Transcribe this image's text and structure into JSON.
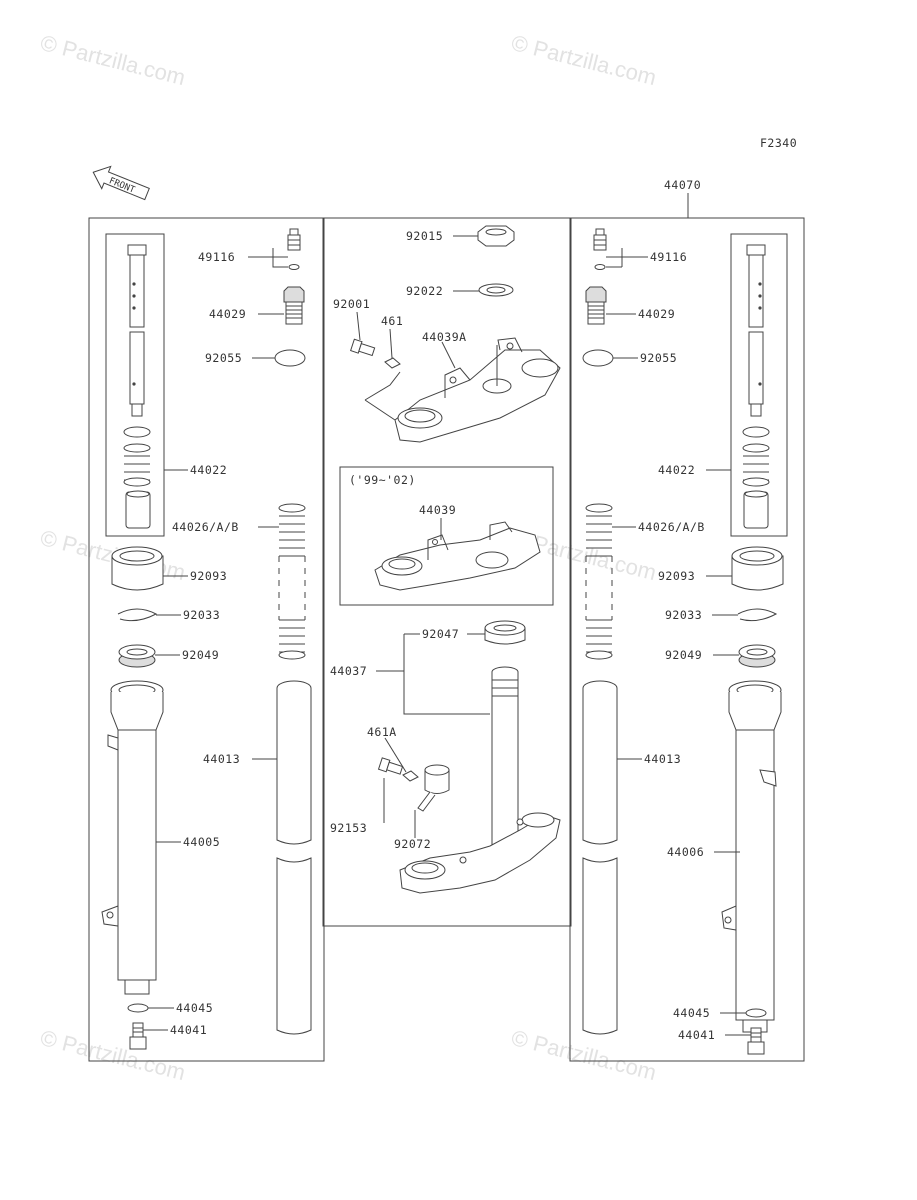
{
  "figure_code": "F2340",
  "front_arrow_label": "FRONT",
  "watermark": "© Partzilla.com",
  "inset_label": "('99~'02)",
  "parts": {
    "assy_right": "44070",
    "p49116_l": "49116",
    "p44029_l": "44029",
    "p92055_l": "92055",
    "p44022_l": "44022",
    "p44026_l": "44026/A/B",
    "p92093_l": "92093",
    "p92033_l": "92033",
    "p92049_l": "92049",
    "p44013_l": "44013",
    "p44005": "44005",
    "p44045_l": "44045",
    "p44041_l": "44041",
    "p92015": "92015",
    "p92022": "92022",
    "p92001": "92001",
    "p461": "461",
    "p44039A": "44039A",
    "p44039": "44039",
    "p92047": "92047",
    "p44037": "44037",
    "p461A": "461A",
    "p92153": "92153",
    "p92072": "92072",
    "p49116_r": "49116",
    "p44029_r": "44029",
    "p92055_r": "92055",
    "p44022_r": "44022",
    "p44026_r": "44026/A/B",
    "p92093_r": "92093",
    "p92033_r": "92033",
    "p92049_r": "92049",
    "p44013_r": "44013",
    "p44006": "44006",
    "p44045_r": "44045",
    "p44041_r": "44041"
  }
}
